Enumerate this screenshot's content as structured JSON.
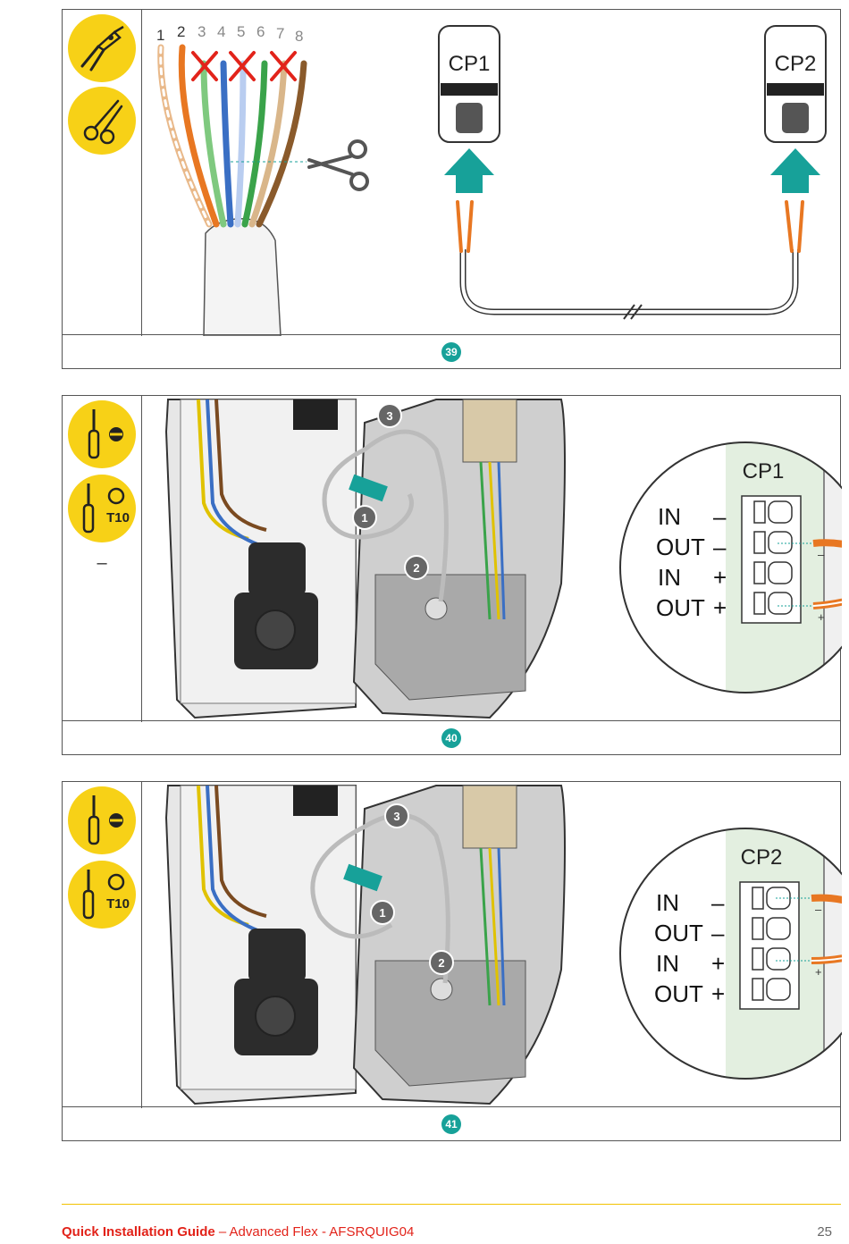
{
  "steps": [
    {
      "number": "39",
      "wire_numbers": [
        "1",
        "2",
        "3",
        "4",
        "5",
        "6",
        "7",
        "8"
      ],
      "devices": [
        "CP1",
        "CP2"
      ],
      "tools": [
        "wire-stripper-icon",
        "scissors-icon"
      ]
    },
    {
      "number": "40",
      "tools": [
        "flathead-screwdriver-icon",
        "torx-screwdriver-icon"
      ],
      "tool_torx_label": "T10",
      "tool_note": "–",
      "callouts": [
        "1",
        "2",
        "3"
      ],
      "detail": {
        "title": "CP1",
        "rows": [
          {
            "label": "IN",
            "sign": "–"
          },
          {
            "label": "OUT",
            "sign": "–"
          },
          {
            "label": "IN",
            "sign": "+"
          },
          {
            "label": "OUT",
            "sign": "+"
          }
        ],
        "wire_signs": [
          "–",
          "+"
        ]
      }
    },
    {
      "number": "41",
      "tools": [
        "flathead-screwdriver-icon",
        "torx-screwdriver-icon"
      ],
      "tool_torx_label": "T10",
      "callouts": [
        "1",
        "2",
        "3"
      ],
      "detail": {
        "title": "CP2",
        "rows": [
          {
            "label": "IN",
            "sign": "–"
          },
          {
            "label": "OUT",
            "sign": "–"
          },
          {
            "label": "IN",
            "sign": "+"
          },
          {
            "label": "OUT",
            "sign": "+"
          }
        ],
        "wire_signs": [
          "–",
          "+"
        ]
      }
    }
  ],
  "footer": {
    "title": "Quick Installation Guide",
    "subtitle": " – Advanced Flex - AFSRQUIG04",
    "page": "25"
  },
  "colors": {
    "badge": "#17a199",
    "tool_bg": "#f7d117",
    "arrow": "#17a199",
    "footer_red": "#e2231a",
    "orange_wire": "#e87722"
  }
}
